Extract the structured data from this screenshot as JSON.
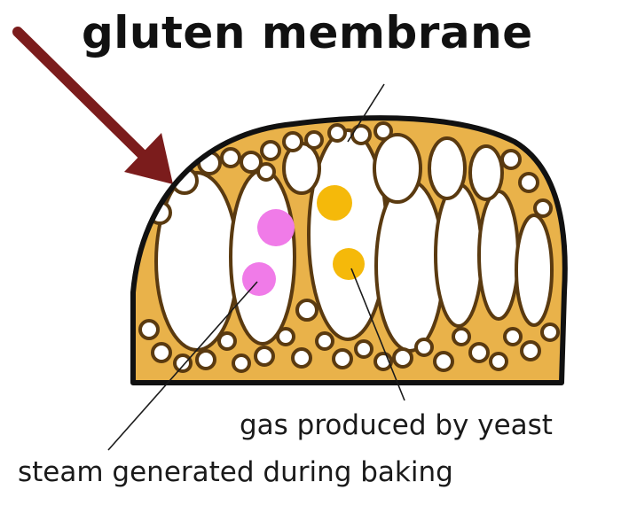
{
  "diagram": {
    "title": "gluten membrane",
    "labels": {
      "gas": "gas produced by yeast",
      "steam": "steam generated during baking"
    },
    "colors": {
      "arrow": "#7b1c1c",
      "crumb": "#e9b24a",
      "crumb_shadow": "#b57a26",
      "outline": "#111111",
      "steam_bubble": "#f07be8",
      "gas_bubble": "#f5b90a"
    }
  }
}
